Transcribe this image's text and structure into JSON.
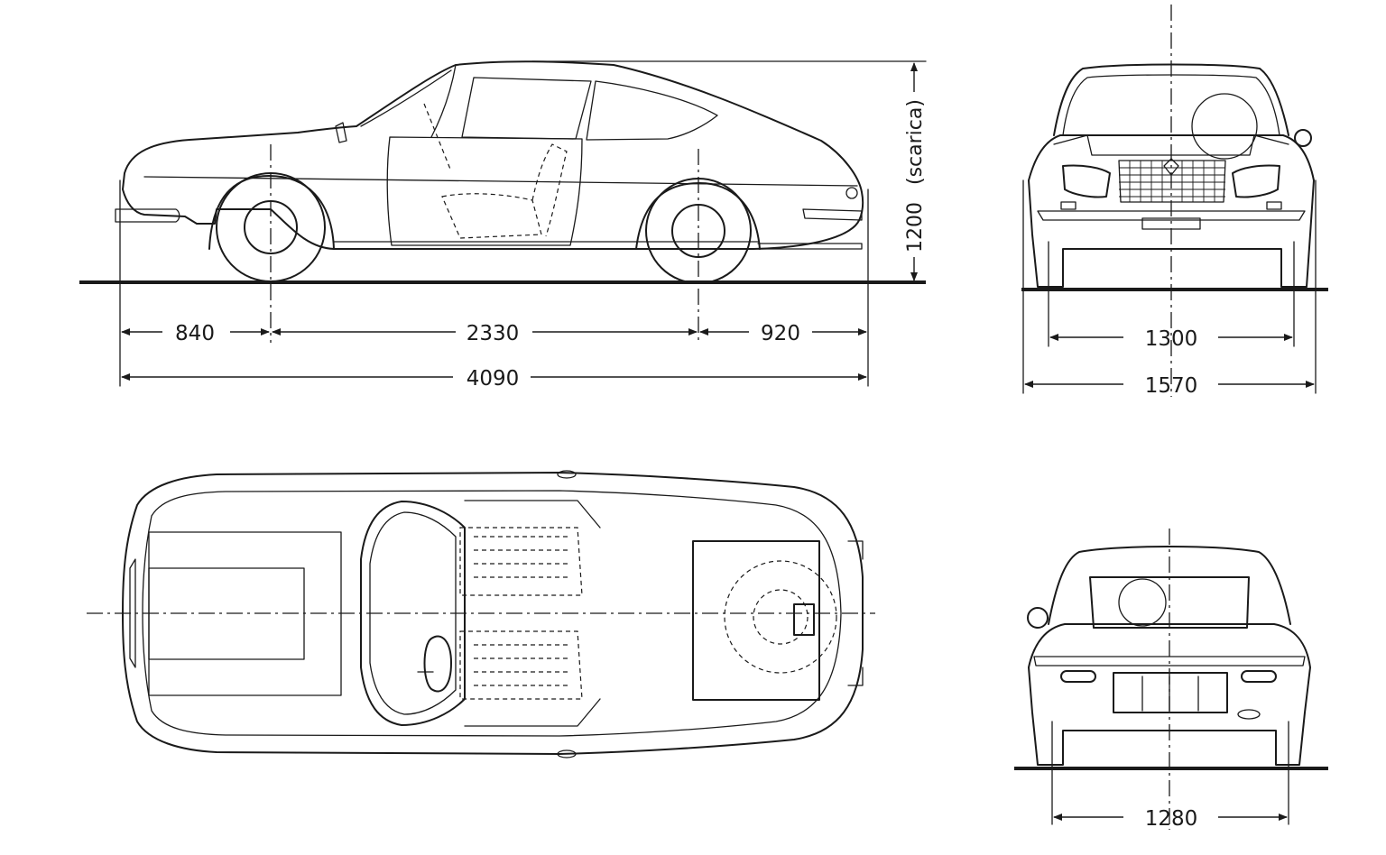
{
  "side_view": {
    "front_overhang": "840",
    "wheelbase": "2330",
    "rear_overhang": "920",
    "overall_length": "4090",
    "height": "1200",
    "height_note": "(scarica)"
  },
  "front_view": {
    "front_track": "1300",
    "overall_width": "1570"
  },
  "rear_view": {
    "rear_track": "1280"
  }
}
